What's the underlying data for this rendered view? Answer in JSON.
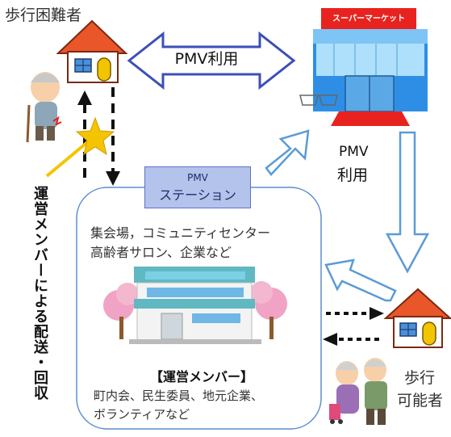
{
  "labels": {
    "walking_difficulty": "歩行困難者",
    "pmv_use_top": "PMV利用",
    "pmv_use_side_1": "PMV",
    "pmv_use_side_2": "利用",
    "walkable_1": "歩行",
    "walkable_2": "可能者",
    "store_sign": "スーパーマーケット"
  },
  "station": {
    "line1": "PMV",
    "line2": "ステーション"
  },
  "places": {
    "line1": "集会場，コミュニティセンター",
    "line2": "高齢者サロン、企業など"
  },
  "members": {
    "title": "【運営メンバー】",
    "line1": "町内会、民生委員、地元企業、",
    "line2": "ボランティアなど"
  },
  "vertical_text": "運営メンバーによる配送・回収",
  "colors": {
    "arrow_outline": "#3b4fb8",
    "light_arrow": "#5b9bd5",
    "roof": "#e8562a",
    "house_wall": "#ffffff",
    "station_fill": "#b4c3ec",
    "star": "#f5c400",
    "store_sign": "#e8231f"
  }
}
